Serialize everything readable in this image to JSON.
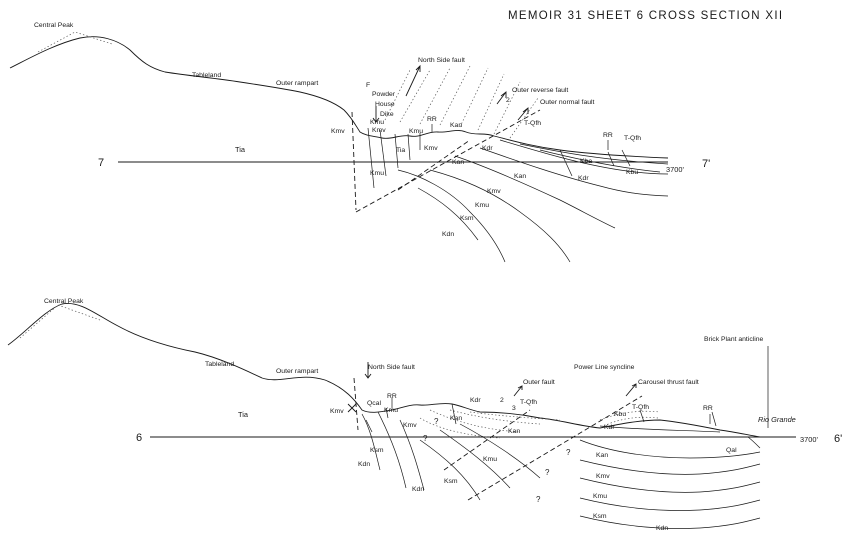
{
  "header": {
    "title": "MEMOIR 31   SHEET 6   CROSS SECTION XII"
  },
  "section_top": {
    "index_left": "7",
    "index_right": "7'",
    "elevation": "3700'",
    "labels": {
      "central_peak": "Central Peak",
      "tableland": "Tableland",
      "outer_rampart": "Outer rampart",
      "tia": "Tia",
      "f": "F",
      "powder": "Powder",
      "house": "House",
      "dike": "Dike",
      "north_side_fault": "North Side fault",
      "outer_reverse_fault": "Outer reverse fault",
      "outer_normal_fault": "Outer normal fault",
      "rr1": "RR",
      "rr2": "RR",
      "tqfh1": "T-Qfh",
      "tqfh2": "T-Qfh",
      "kmv1": "Kmv",
      "kmu1": "Kmu",
      "kmv2": "Kmv",
      "kmu2": "Kmu",
      "kmu3": "Kmu",
      "tia2": "Tia",
      "kmv3": "Kmv",
      "kan1": "Kan",
      "kan2": "Kan",
      "kdr1": "Kdr",
      "kan3": "Kan",
      "kmv4": "Kmv",
      "kmu4": "Kmu",
      "ksm": "Ksm",
      "kdn": "Kdn",
      "kba": "Kba",
      "kbu": "Kbu",
      "kdr2": "Kdr",
      "num2": "2"
    }
  },
  "section_bottom": {
    "index_left": "6",
    "index_right": "6'",
    "elevation": "3700'",
    "labels": {
      "central_peak": "Central Peak",
      "tableland": "Tableland",
      "outer_rampart": "Outer rampart",
      "tia": "Tia",
      "north_side_fault": "North Side fault",
      "kmv1": "Kmv",
      "qcal": "Qcal",
      "rr1": "RR",
      "kmu1": "Kmu",
      "kmv2": "Kmv",
      "kan1": "Kan",
      "kdr1": "Kdr",
      "outer_fault": "Outer fault",
      "tqfh1": "T-Qfh",
      "num2": "2",
      "num3": "3",
      "kan2": "Kan",
      "power_line_syncline": "Power Line syncline",
      "carousel_thrust_fault": "Carousel thrust fault",
      "brick_plant_anticline": "Brick Plant anticline",
      "kbu": "Kbu",
      "tqfh2": "T-Qfh",
      "kdr2": "Kdr",
      "rr2": "RR",
      "rio_grande": "Rio Grande",
      "qal": "Qal",
      "ksm1": "Ksm",
      "kdn1": "Kdn",
      "ksm2": "Ksm",
      "kmu2": "Kmu",
      "kdn2": "Kdn",
      "kan3": "Kan",
      "kmv3": "Kmv",
      "kmu3": "Kmu",
      "ksm3": "Ksm",
      "kdn3": "Kdn",
      "q1": "?",
      "q2": "?",
      "q3": "?",
      "q4": "?",
      "q5": "?"
    }
  }
}
